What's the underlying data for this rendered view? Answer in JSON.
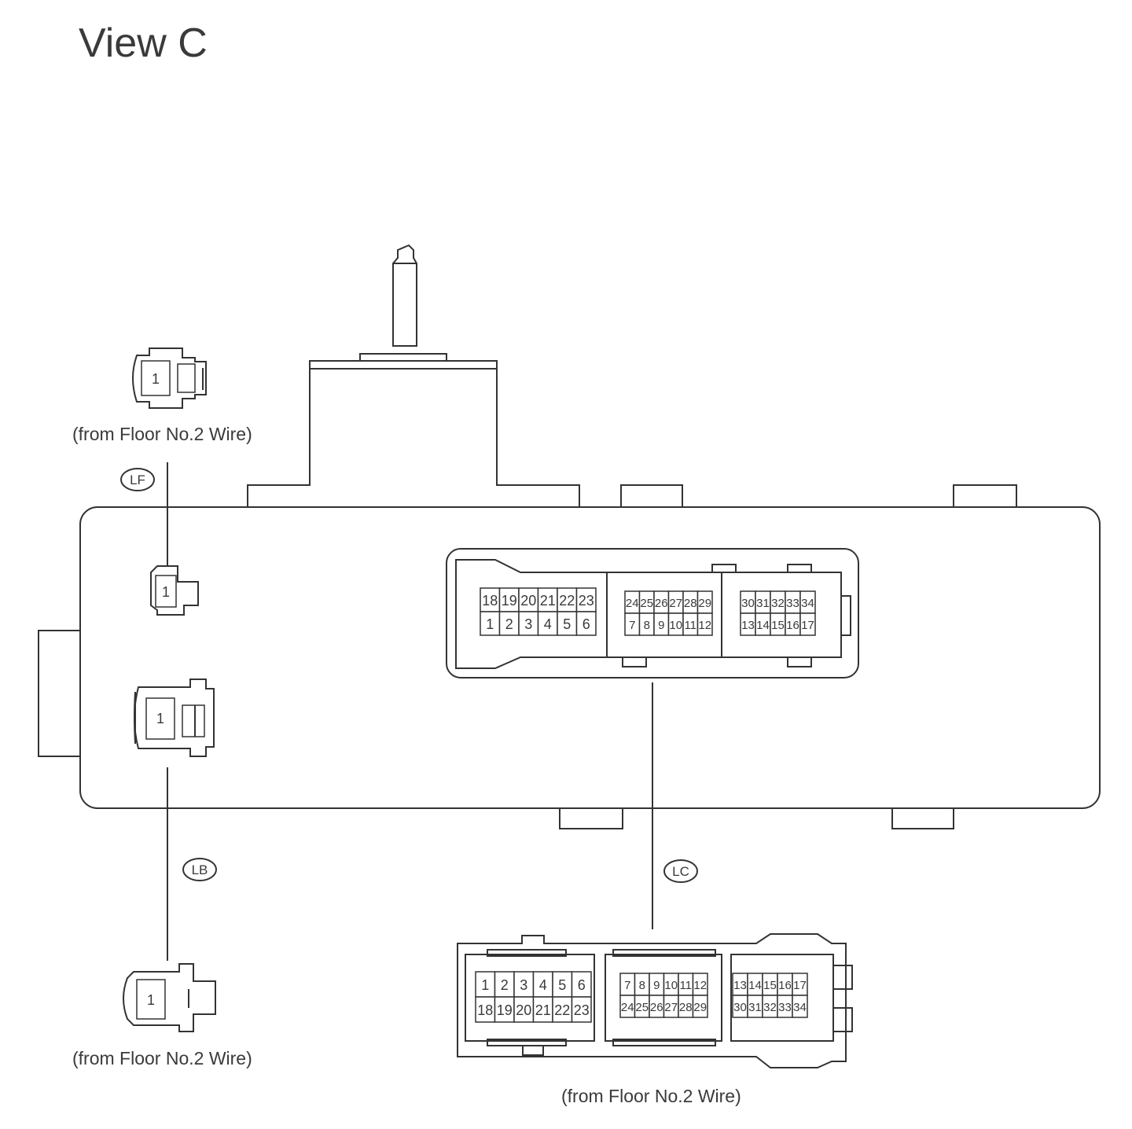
{
  "view_title": "View C",
  "notes": {
    "lf_source": "(from Floor No.2 Wire)",
    "lb_source": "(from Floor No.2 Wire)",
    "lc_source": "(from Floor No.2 Wire)"
  },
  "connectors": {
    "LF": {
      "code": "LF",
      "pins": [
        "1"
      ]
    },
    "LB": {
      "code": "LB",
      "pins": [
        "1"
      ]
    },
    "LC": {
      "code": "LC",
      "block_a_row1": [
        "18",
        "19",
        "20",
        "21",
        "22",
        "23"
      ],
      "block_a_row2": [
        "1",
        "2",
        "3",
        "4",
        "5",
        "6"
      ],
      "block_b_row1": [
        "24",
        "25",
        "26",
        "27",
        "28",
        "29"
      ],
      "block_b_row2": [
        "7",
        "8",
        "9",
        "10",
        "11",
        "12"
      ],
      "block_c_row1": [
        "30",
        "31",
        "32",
        "33",
        "34"
      ],
      "block_c_row2": [
        "13",
        "14",
        "15",
        "16",
        "17"
      ]
    }
  }
}
